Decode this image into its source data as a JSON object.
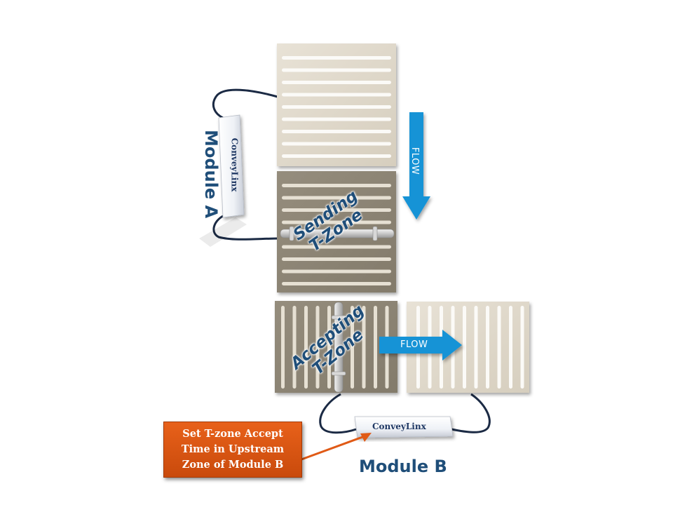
{
  "module_a": {
    "label": "Module A",
    "device": "ConveyLinx"
  },
  "module_b": {
    "label": "Module B",
    "device": "ConveyLinx"
  },
  "zones": {
    "sending": {
      "line1": "Sending",
      "line2": "T-Zone"
    },
    "accepting": {
      "line1": "Accepting",
      "line2": "T-Zone"
    }
  },
  "flow": {
    "down_label": "FLOW",
    "right_label": "FLOW"
  },
  "callout": {
    "lines": [
      "Set T-zone Accept",
      "Time in Upstream",
      "Zone of Module B"
    ]
  },
  "colors": {
    "roller_light": "#e2dbcd",
    "roller_dark": "#8d8575",
    "flow_arrow": "#1693d6",
    "label_text": "#1f4e79",
    "callout_fill": "#e05a16",
    "cable": "#1b2a44"
  }
}
